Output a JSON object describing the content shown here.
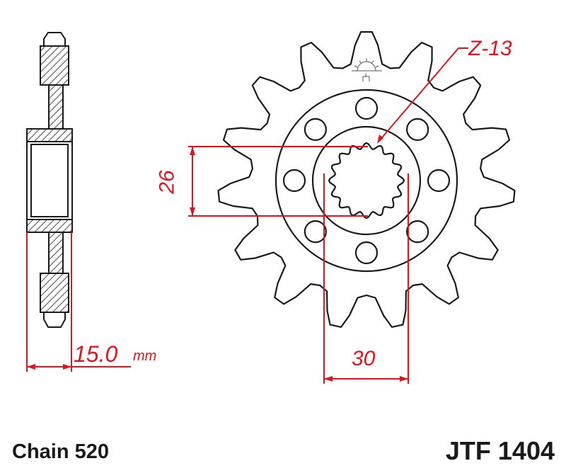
{
  "drawing": {
    "teeth_count": 15,
    "bolt_holes": 8,
    "spline_teeth": 16,
    "line_color": "#1a1a1a",
    "dimension_color": "#e0141e"
  },
  "dimensions": {
    "spline": "Z-13",
    "height": "26",
    "width": "30",
    "thickness": "15.0",
    "thickness_unit": "mm"
  },
  "footer": {
    "chain": "Chain 520",
    "part_number": "JTF 1404"
  }
}
